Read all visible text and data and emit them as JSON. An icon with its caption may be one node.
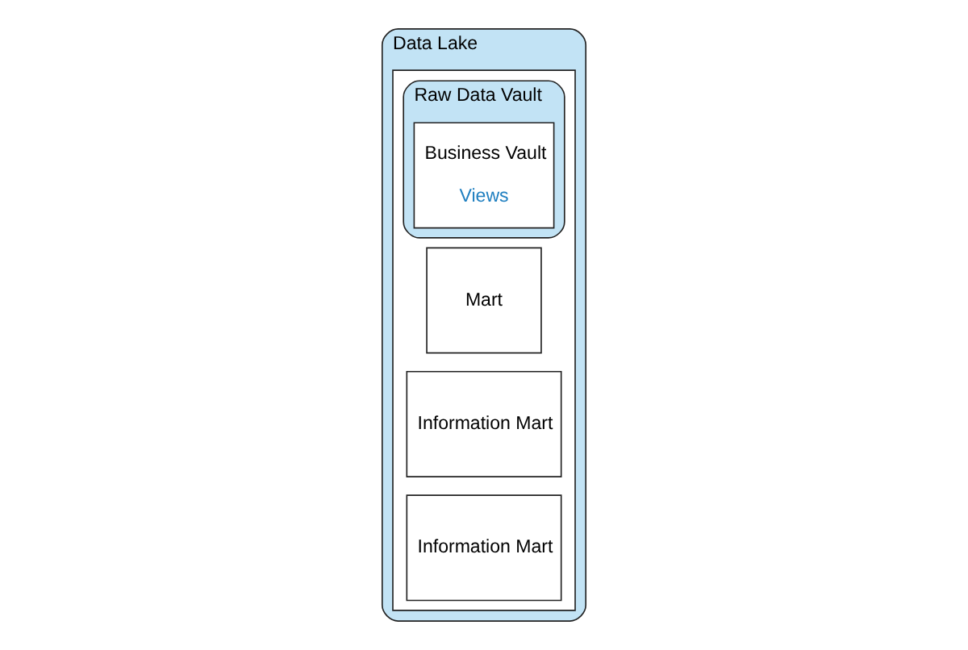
{
  "diagram": {
    "nodes": [
      {
        "text": [
          "Data Lake"
        ]
      },
      {
        "text": [],
        "shape": "box",
        "in": 0
      },
      {
        "text": [
          "Raw Data Vault"
        ],
        "in": 1
      },
      {
        "text": [
          "Business Vault",
          "Views"
        ],
        "in": 2
      },
      {
        "text": [
          "Mart"
        ],
        "in": 1
      },
      {
        "text": [
          "Information Mart"
        ],
        "in": 1
      },
      {
        "text": [
          "Information Mart"
        ],
        "in": 1
      }
    ],
    "edges": []
  }
}
